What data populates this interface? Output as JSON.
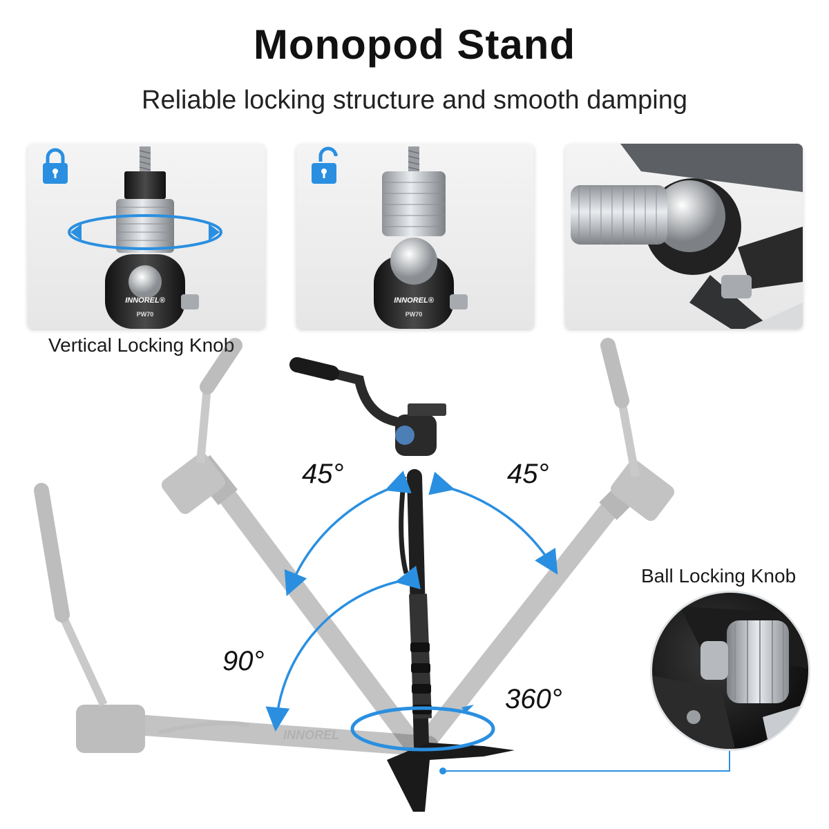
{
  "header": {
    "title": "Monopod Stand",
    "subtitle": "Reliable locking structure and smooth damping"
  },
  "panels": [
    {
      "brand": "INNOREL",
      "model": "PW70",
      "icon": "lock-closed-icon"
    },
    {
      "brand": "INNOREL",
      "model": "PW70",
      "icon": "lock-open-icon"
    },
    {
      "icon": "ball-head-closeup"
    }
  ],
  "labels": {
    "vertical_knob": "Vertical Locking Knob",
    "ball_knob": "Ball Locking Knob"
  },
  "angles": {
    "left_tilt": "45°",
    "right_tilt": "45°",
    "horizontal": "90°",
    "rotation": "360°"
  },
  "product": {
    "brand_text": "INNOREL"
  },
  "colors": {
    "accent": "#2a8fe0",
    "metal_dark": "#2a2a2a",
    "metal_light": "#b8bcc0"
  }
}
